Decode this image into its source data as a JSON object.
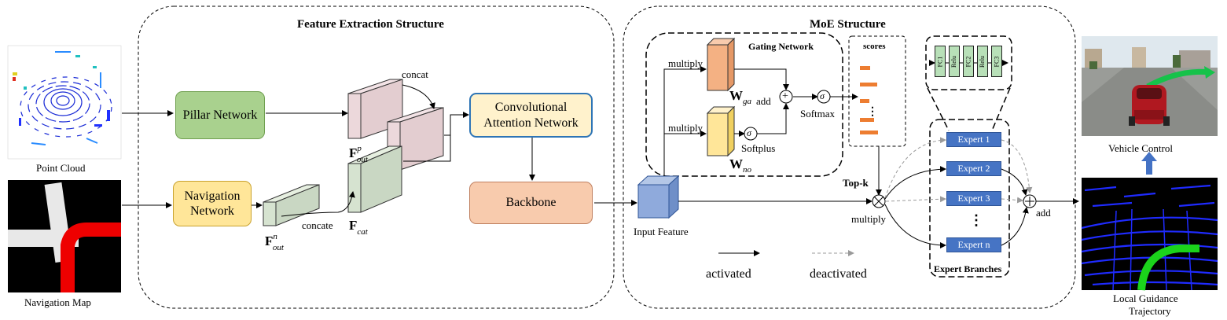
{
  "sections": {
    "feature_extraction_title": "Feature Extraction Structure",
    "moe_title": "MoE Structure"
  },
  "inputs": {
    "point_cloud_label": "Point Cloud",
    "navigation_map_label": "Navigation Map"
  },
  "blocks": {
    "pillar_network": "Pillar Network",
    "navigation_network": "Navigation Network",
    "conv_attention_network": "Convolutional Attention Network",
    "backbone": "Backbone",
    "input_feature": "Input Feature"
  },
  "features": {
    "fp_main": "F",
    "fp_sup": "p",
    "fp_sub": "out",
    "fn_main": "F",
    "fn_sup": "n",
    "fn_sub": "out",
    "fcat_main": "F",
    "fcat_sub": "cat",
    "concat_top": "concat",
    "concat_bottom": "concate"
  },
  "gating": {
    "title": "Gating Network",
    "multiply_top": "multiply",
    "multiply_bottom": "multiply",
    "w_ga_main": "W",
    "w_ga_sub": "ga",
    "add": "add",
    "w_no_main": "W",
    "w_no_sub": "no",
    "softplus": "Softplus",
    "softmax": "Softmax",
    "sigma": "σ",
    "plus": "+"
  },
  "scores": {
    "title": "scores",
    "dots": "⋮",
    "values": [
      0.55,
      0.9,
      0.5,
      0.75,
      0.95
    ]
  },
  "fc_layers": [
    "FC1",
    "Relu",
    "FC2",
    "Relu",
    "FC3"
  ],
  "experts": {
    "items": [
      "Expert 1",
      "Expert 2",
      "Expert 3",
      "Expert n"
    ],
    "dots": "⋮",
    "title": "Expert Branches",
    "active": [
      false,
      true,
      false,
      true
    ]
  },
  "routing": {
    "top_k": "Top-k",
    "multiply": "multiply",
    "add": "add",
    "times": "⊗"
  },
  "legend": {
    "activated": "activated",
    "deactivated": "deactivated"
  },
  "outputs": {
    "vehicle_control": "Vehicle Control",
    "local_guidance_line1": "Local Guidance",
    "local_guidance_line2": "Trajectory"
  },
  "colors": {
    "pillar": "#a9d18e",
    "navigation": "#ffe699",
    "attention": "#fff2cc",
    "attention_border": "#2e75b6",
    "backbone": "#f8cbad",
    "input_feature": "#8faadc",
    "gate_orange": "#f4b183",
    "gate_yellow": "#ffe699",
    "score_bar": "#ed7d31",
    "expert": "#4674c4",
    "arrow_blue": "#4472c4",
    "trajectory_green": "#1bd31b",
    "lidar_blue": "#1f2bff"
  }
}
